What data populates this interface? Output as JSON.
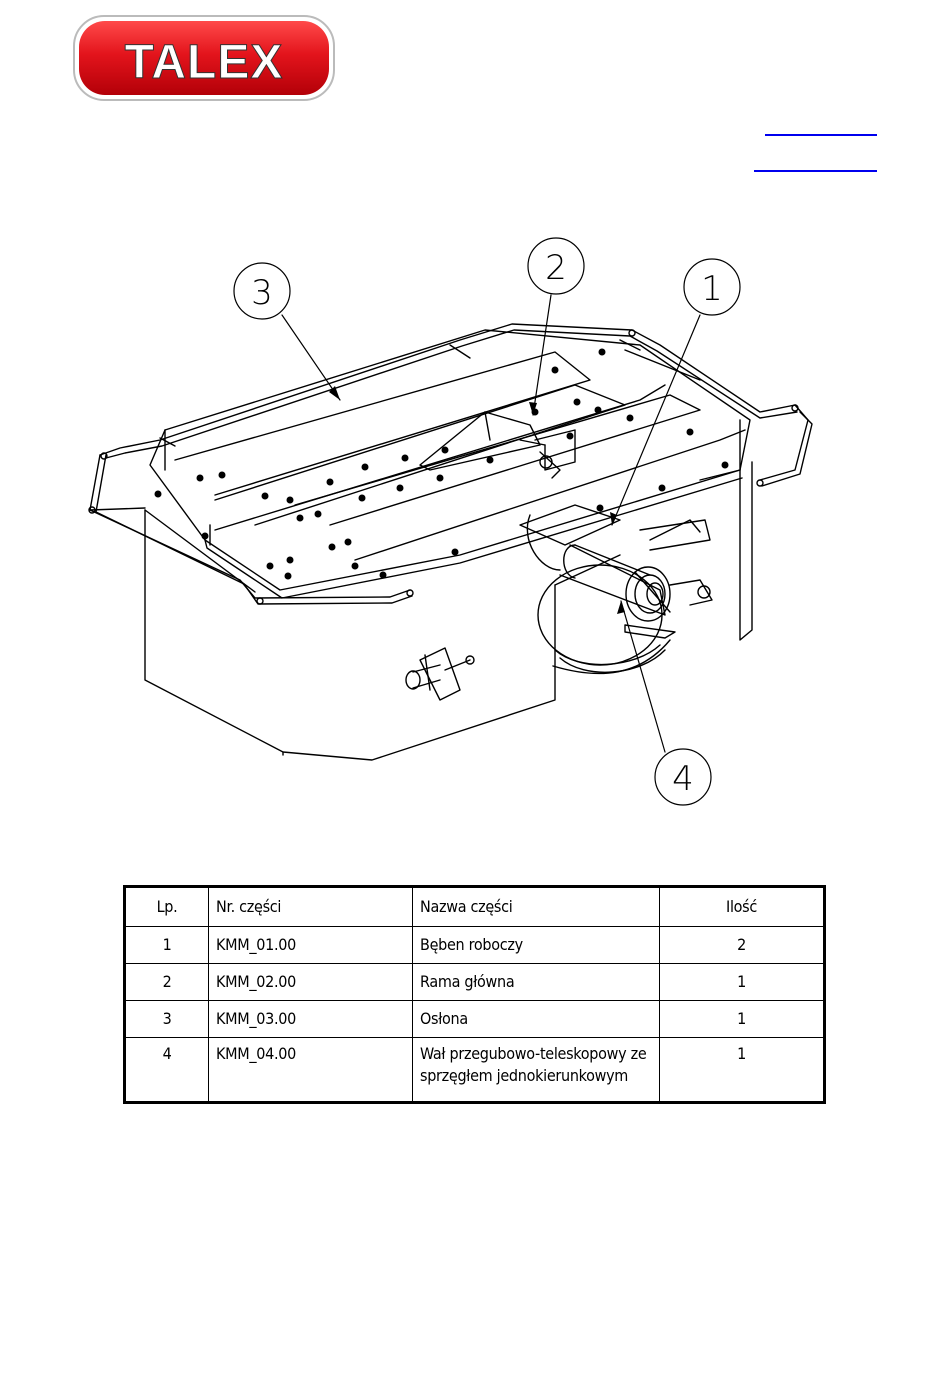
{
  "logo": {
    "text": "TALEX",
    "background_color": "#e3141c",
    "text_color": "#ffffff"
  },
  "drawing": {
    "callouts": [
      "1",
      "2",
      "3",
      "4"
    ]
  },
  "parts_table": {
    "headers": [
      "Lp.",
      "Nr. części",
      "Nazwa części",
      "Ilość"
    ],
    "rows": [
      {
        "lp": "1",
        "nr": "KMM_01.00",
        "name": "Bęben roboczy",
        "qty": "2"
      },
      {
        "lp": "2",
        "nr": "KMM_02.00",
        "name": "Rama główna",
        "qty": "1"
      },
      {
        "lp": "3",
        "nr": "KMM_03.00",
        "name": "Osłona",
        "qty": "1"
      },
      {
        "lp": "4",
        "nr": "KMM_04.00",
        "name": "Wał przegubowo-teleskopowy ze sprzęgłem jednokierunkowym",
        "qty": "1"
      }
    ]
  }
}
